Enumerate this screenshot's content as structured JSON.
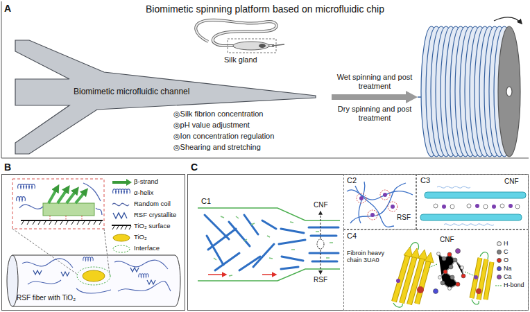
{
  "diagram": {
    "title": "Biomimetic spinning platform based on microfluidic chip",
    "nodes": [
      {
        "text": [
          "Biomimetic microfluidic channel"
        ]
      },
      {
        "text": [
          "C2",
          "RSF"
        ]
      },
      {
        "text": [
          "C3",
          "CNF"
        ]
      },
      {
        "text": [
          "C4",
          "Fibroin heavy chain 3UA0",
          "CNF"
        ]
      }
    ],
    "labels": [
      "A",
      "Silk gland",
      "◎Silk fibrion concentration",
      "◎pH value adjustment",
      "◎Ion concentration regulation",
      "◎Shearing and stretching",
      "Wet spinning and post treatment",
      "Dry spinning and post treatment",
      "B",
      "RSF fiber with TiO₂",
      "C",
      "C1",
      "CNF",
      "RSF"
    ],
    "legend": [
      {
        "text": "β-strand"
      },
      {
        "text": "α-helix"
      },
      {
        "text": "Random coil"
      },
      {
        "text": "RSF crystallite"
      },
      {
        "text": "TiO₂ surface"
      },
      {
        "text": "TiO₂"
      },
      {
        "text": "Interface"
      },
      {
        "text": "H",
        "color": "#f0f0f0"
      },
      {
        "text": "C",
        "color": "#808080"
      },
      {
        "text": "O",
        "color": "#e02b20"
      },
      {
        "text": "Na",
        "color": "#4b4bd8"
      },
      {
        "text": "Ca",
        "color": "#8e44ad"
      },
      {
        "text": "H-bond"
      }
    ]
  }
}
